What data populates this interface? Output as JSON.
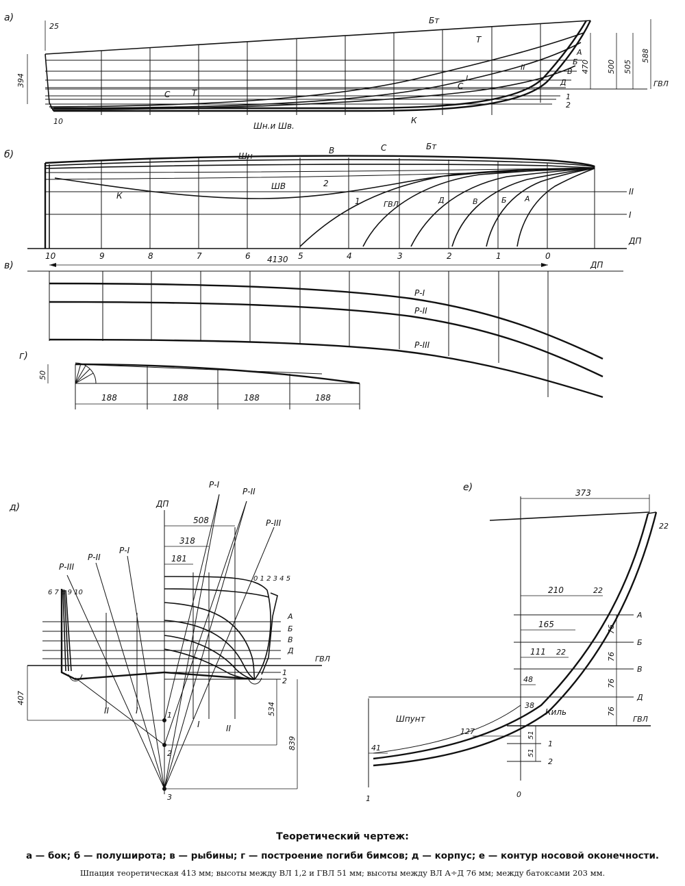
{
  "caption": {
    "title": "Теоретический чертеж:",
    "legend": "а — бок; б — полуширота; в — рыбины; г — построение погиби бимсов; д — корпус; е — контур носовой оконечности.",
    "note": "Шпация теоретическая 413 мм; высоты между ВЛ 1,2 и ГВЛ 51 мм; высоты между ВЛ А÷Д 76 мм; между батоксами 203 мм."
  },
  "panel_a": {
    "label": "а)",
    "dims": {
      "d25": "25",
      "d394": "394",
      "d10": "10",
      "d470": "470",
      "d500": "500",
      "d505": "505",
      "d588": "588"
    },
    "labels": {
      "bt": "Бт",
      "t": "Т",
      "t2": "Т",
      "a": "А",
      "b": "Б",
      "v": "В",
      "d": "Д",
      "ii": "II",
      "i": "I",
      "c": "С",
      "c2": "С",
      "k": "К",
      "l1": "1",
      "l2": "2",
      "shn_shv": "Шн.и Шв.",
      "gvl": "ГВЛ"
    }
  },
  "panel_b": {
    "label": "б)",
    "labels": {
      "shn": "Шн",
      "v": "В",
      "c": "С",
      "bt": "Бт",
      "k": "К",
      "shv": "ШВ",
      "two": "2",
      "one": "1",
      "gvl": "ГВЛ",
      "d": "Д",
      "vv": "В",
      "b": "Б",
      "a": "А",
      "ii": "II",
      "i": "I",
      "dp": "ДП"
    },
    "stations": [
      "10",
      "9",
      "8",
      "7",
      "6",
      "5",
      "4",
      "3",
      "2",
      "1",
      "0"
    ]
  },
  "panel_v": {
    "label": "в)",
    "dim": "4130",
    "labels": {
      "dp": "ДП",
      "r1": "Р-I",
      "r2": "Р-II",
      "r3": "Р-III"
    }
  },
  "panel_g": {
    "label": "г)",
    "dim50": "50",
    "spacings": [
      "188",
      "188",
      "188",
      "188"
    ]
  },
  "panel_d": {
    "label": "д)",
    "dims": {
      "d508": "508",
      "d318": "318",
      "d181": "181",
      "d407": "407",
      "d534": "534",
      "d839": "839"
    },
    "labels": {
      "dp": "ДП",
      "r1_top": "Р-I",
      "r2_top": "Р-II",
      "r3_top": "Р-III",
      "r3_left": "Р-III",
      "r2_left": "Р-II",
      "r1_left": "Р-I",
      "stations_aft": "6 7 8 9 10",
      "stations_fwd": "0 1 2 3 4 5",
      "a": "А",
      "b": "Б",
      "v": "В",
      "d": "Д",
      "gvl": "ГВЛ",
      "wl1": "1",
      "wl2": "2",
      "bt_ii_left": "II",
      "bt_i_left": "I",
      "bt_i_right": "I",
      "bt_ii_right": "II",
      "p1": "1",
      "p2": "2",
      "p3": "3"
    }
  },
  "panel_e": {
    "label": "е)",
    "dims": {
      "d373": "373",
      "d22_top": "22",
      "d210": "210",
      "d22_a": "22",
      "d165": "165",
      "d111": "111",
      "d22_v": "22",
      "d48": "48",
      "d38": "38",
      "d127": "127",
      "d41": "41",
      "d51a": "51",
      "d51b": "51",
      "d76a": "76",
      "d76b": "76",
      "d76c": "76",
      "d76d": "76"
    },
    "labels": {
      "a": "А",
      "b": "Б",
      "v": "В",
      "d": "Д",
      "gvl": "ГВЛ",
      "wl1": "1",
      "wl2": "2",
      "shpunt": "Шпунт",
      "kil": "Киль",
      "st0": "0",
      "st1": "1"
    }
  }
}
